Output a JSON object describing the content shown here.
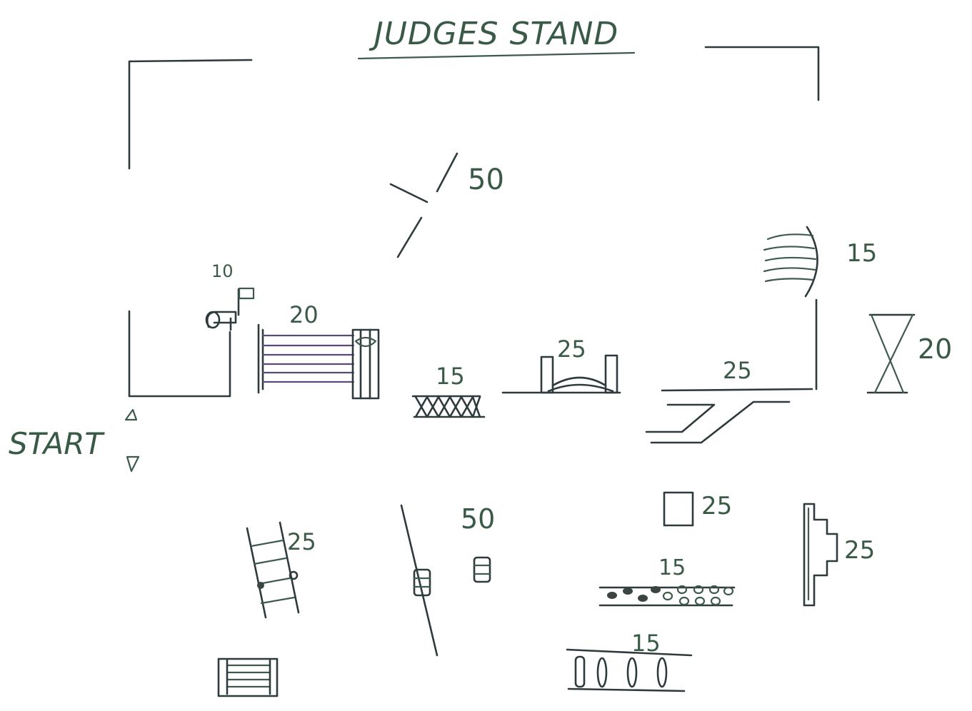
{
  "title": "JUDGES STAND",
  "start_label": "START",
  "colors": {
    "ink": "#3e5a4c",
    "ink_dark": "#2f3a3c",
    "ink_purple": "#5a4a78",
    "paper": "#ffffff"
  },
  "obstacles": [
    {
      "id": "mailbox",
      "icon": "mailbox-icon",
      "points": "10"
    },
    {
      "id": "rail-fence",
      "icon": "rail-fence-icon",
      "points": "20"
    },
    {
      "id": "crossrail",
      "icon": "crossrail-icon",
      "points": "15"
    },
    {
      "id": "bridge",
      "icon": "bridge-icon",
      "points": "25"
    },
    {
      "id": "platform",
      "icon": "platform-icon",
      "points": "25"
    },
    {
      "id": "cross-poles",
      "icon": "cross-poles-icon",
      "points": "50"
    },
    {
      "id": "waves",
      "icon": "waves-icon",
      "points": "15"
    },
    {
      "id": "hourglass",
      "icon": "hourglass-icon",
      "points": "20"
    },
    {
      "id": "box",
      "icon": "box-icon",
      "points": "25"
    },
    {
      "id": "ladder",
      "icon": "ladder-icon",
      "points": "25"
    },
    {
      "id": "pole-barrels",
      "icon": "barrel-icon",
      "points": "50"
    },
    {
      "id": "stepping-stones",
      "icon": "stones-icon",
      "points": "15"
    },
    {
      "id": "stairs",
      "icon": "stairs-icon",
      "points": "25"
    },
    {
      "id": "log-rack",
      "icon": "log-rack-icon",
      "points": "15"
    }
  ]
}
